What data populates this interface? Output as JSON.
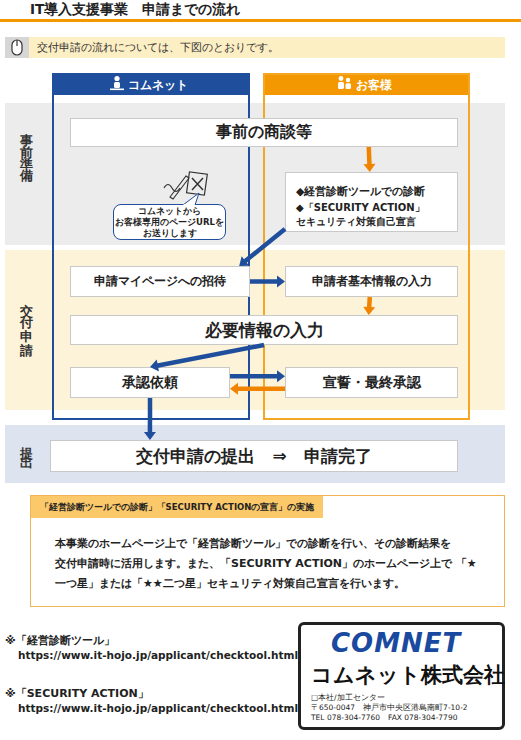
{
  "diagram": {
    "title": "IT導入支援事業　申請までの流れ",
    "nodes": [
      {
        "text": [
          "交付申請の流れについては、下図のとおりです。"
        ]
      },
      {
        "text": [
          "コムネット"
        ]
      },
      {
        "text": [
          "お客様"
        ]
      },
      {
        "text": [
          "事前準備"
        ]
      },
      {
        "text": [
          "事前の商談等"
        ],
        "in": 3
      },
      {
        "text": [
          "◆経営診断ツールでの診断",
          "◆「SECURITY ACTION」 セキュリティ対策自己宣言"
        ],
        "in": 3
      },
      {
        "text": [
          "コムネットから お客様専用のページURLを お送りします"
        ],
        "in": 3
      },
      {
        "text": [
          "交付申請"
        ]
      },
      {
        "text": [
          "申請マイページへの招待"
        ],
        "in": 7
      },
      {
        "text": [
          "申請者基本情報の入力"
        ],
        "in": 7
      },
      {
        "text": [
          "必要情報の入力"
        ],
        "in": 7
      },
      {
        "text": [
          "承認依頼"
        ],
        "in": 7
      },
      {
        "text": [
          "宣誓・最終承認"
        ],
        "in": 7
      },
      {
        "text": [
          "提出"
        ]
      },
      {
        "text": [
          "交付申請の提出　⇒　申請完了"
        ],
        "in": 13
      },
      {
        "text": [
          "「経営診断ツールでの診断」「SECURITY ACTIONの宣言」の実施",
          "本事業のホームページ上で「経営診断ツール」での診断を行い、その診断結果を 交付申請時に活用します。また、「SECURITY ACTION」のホームページ上で 「★一つ星」または「★★二つ星」セキュリティ対策自己宣言を行います。"
        ]
      },
      {
        "text": [
          "COMNET",
          "コムネット株式会社",
          "□本社/加工センター",
          "〒650-0047　神戸市中央区港島南町7-10-2",
          "TEL 078-304-7760　FAX 078-304-7790"
        ]
      }
    ],
    "edges": [
      {
        "from": 4,
        "to": 5,
        "arrow": "to"
      },
      {
        "from": 5,
        "to": 8,
        "arrow": "to"
      },
      {
        "from": 8,
        "to": 9,
        "arrow": "to"
      },
      {
        "from": 9,
        "to": 10,
        "arrow": "to"
      },
      {
        "from": 10,
        "to": 11,
        "arrow": "to"
      },
      {
        "from": 11,
        "to": 12,
        "arrow": "to"
      },
      {
        "from": 12,
        "to": 11,
        "arrow": "to"
      },
      {
        "from": 11,
        "to": 14,
        "arrow": "to"
      }
    ],
    "labels": [
      "※「経営診断ツール」",
      "https://www.it-hojo.jp/applicant/checktool.html",
      "※「SECURITY ACTION」",
      "https://www.it-hojo.jp/applicant/checktool.html"
    ]
  }
}
